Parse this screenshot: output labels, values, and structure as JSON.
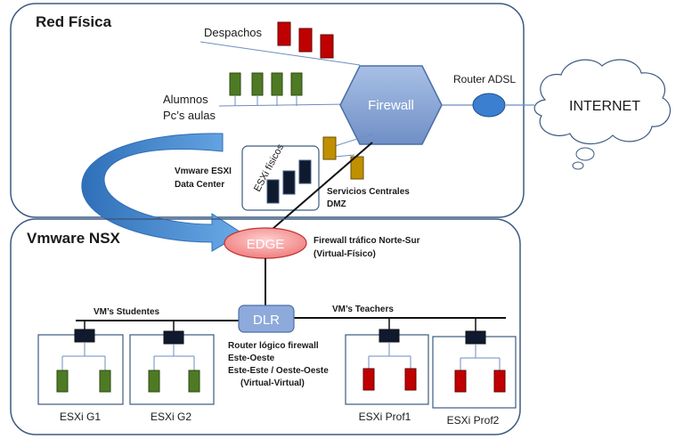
{
  "red_fisica": {
    "title": "Red Física",
    "despachos": "Despachos",
    "alumnos_line1": "Alumnos",
    "alumnos_line2": "Pc’s aulas",
    "firewall": "Firewall",
    "router_adsl": "Router ADSL",
    "internet": "INTERNET",
    "esxi_fisicos": "ESXi físicos",
    "vmware_esxi_line1": "Vmware ESXI",
    "vmware_esxi_line2": "Data Center",
    "servicios_line1": "Servicios Centrales",
    "servicios_line2": "DMZ"
  },
  "nsx": {
    "title": "Vmware NSX",
    "edge": "EDGE",
    "edge_desc_line1": "Firewall tráfico Norte-Sur",
    "edge_desc_line2": "(Virtual-Físico)",
    "dlr": "DLR",
    "dlr_desc_line1": "Router lógico firewall",
    "dlr_desc_line2": "Este-Oeste",
    "dlr_desc_line3": "Este-Este / Oeste-Oeste",
    "dlr_desc_line4": "(Virtual-Virtual)",
    "vms_students": "VM’s Studentes",
    "vms_teachers": "VM’s Teachers",
    "hosts": [
      "ESXi G1",
      "ESXi G2",
      "ESXi Prof1",
      "ESXi Prof2"
    ]
  },
  "colors": {
    "desk_red": "#c00000",
    "pc_green": "#4e7a24",
    "firewall_blue": "#7f9fd0",
    "router_blue": "#3a7fd0",
    "edge_red": "#f38a8a",
    "dlr_blue": "#8eaadb",
    "server_gold": "#c09000",
    "arrow_blue": "#4a8fd6"
  }
}
